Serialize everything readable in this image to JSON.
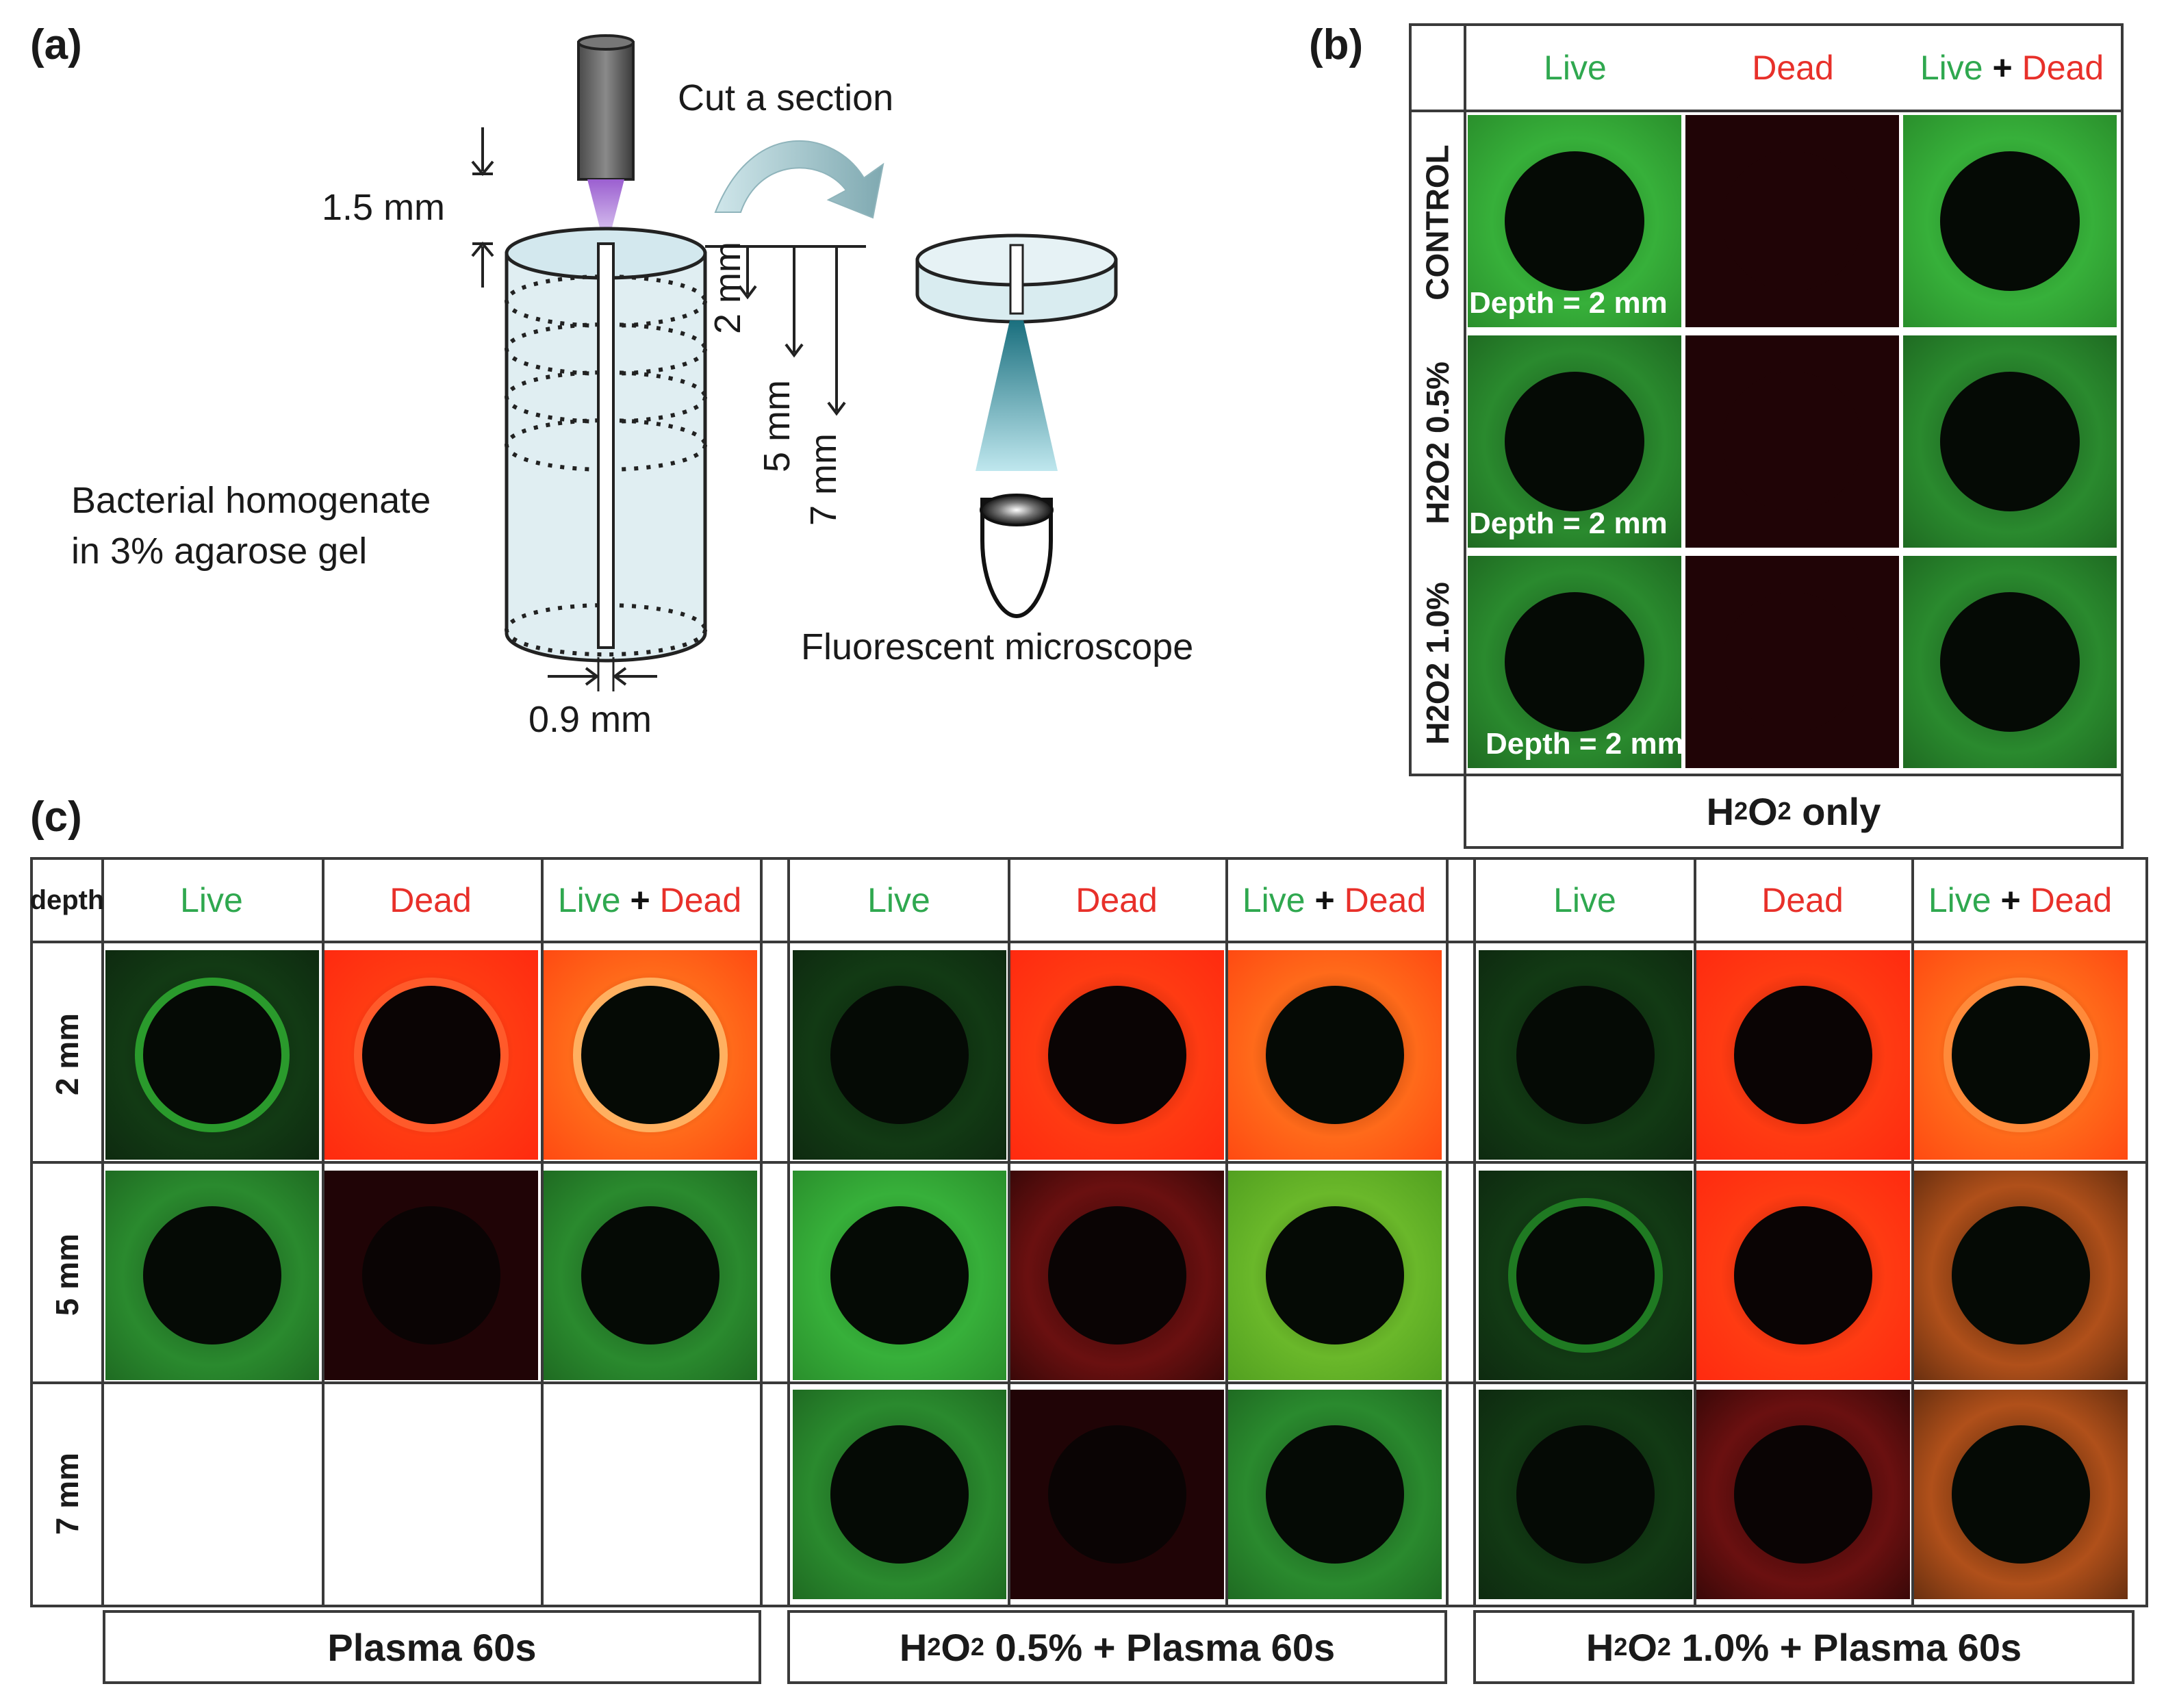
{
  "panel_a": {
    "label": "(a)",
    "cut_section": "Cut a section",
    "dim_top": "1.5 mm",
    "depth_2": "2 mm",
    "depth_5": "5 mm",
    "depth_7": "7 mm",
    "sample_line1": "Bacterial homogenate",
    "sample_line2": "in 3% agarose gel",
    "width_label": "0.9 mm",
    "microscope": "Fluorescent microscope"
  },
  "panel_b": {
    "label": "(b)",
    "col_live": "Live",
    "col_dead": "Dead",
    "plus": "+",
    "rows": [
      "CONTROL",
      "H2O2 0.5%",
      "H2O2 1.0%"
    ],
    "depth_tag": "Depth = 2 mm",
    "footer_main": "H",
    "footer_sub1": "2",
    "footer_mid": "O",
    "footer_sub2": "2",
    "footer_end": " only"
  },
  "panel_c": {
    "label": "(c)",
    "depth_header": "depth",
    "rows": [
      "2 mm",
      "5 mm",
      "7 mm"
    ],
    "groups": [
      {
        "footer_html_parts": [
          "Plasma 60s"
        ]
      },
      {
        "footer_html_parts": [
          "H",
          "2",
          "O",
          "2",
          " 0.5% + Plasma 60s"
        ]
      },
      {
        "footer_html_parts": [
          "H",
          "2",
          "O",
          "2",
          " 1.0% + Plasma 60s"
        ]
      }
    ]
  },
  "colors": {
    "live_green": "#2fa84f",
    "dead_red": "#e8302a",
    "border": "#3a3a3a"
  }
}
